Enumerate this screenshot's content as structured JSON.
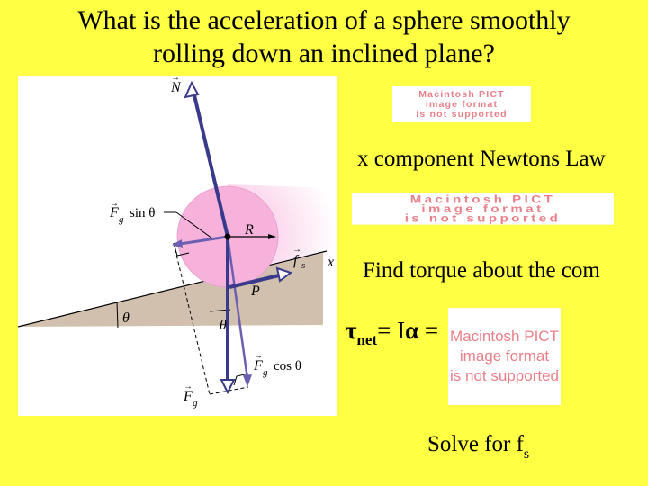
{
  "slide": {
    "title": "What is the acceleration of a sphere smoothly rolling down an inclined plane?",
    "title_line1": "What is the acceleration of a sphere smoothly",
    "title_line2": "rolling down an inclined plane?",
    "background_color": "#ffff44"
  },
  "diagram": {
    "labels": {
      "normal": "N",
      "fg_sin": "F",
      "fg_sin_sub": "g",
      "fg_sin_text": "sin θ",
      "radius": "R",
      "friction": "f",
      "friction_sub": "s",
      "x_axis": "x",
      "contact_point": "P",
      "theta_incline": "θ",
      "theta_vertical": "θ",
      "fg_cos": "F",
      "fg_cos_sub": "g",
      "fg_cos_text": "cos  θ",
      "gravity": "F",
      "gravity_sub": "g"
    },
    "colors": {
      "vector": "#3a3a8c",
      "vector_light": "#6a5fb0",
      "sphere": "#f7b2dc",
      "incline": "#d1c0ad"
    }
  },
  "placeholders": [
    {
      "line1": "Macintosh PICT",
      "line2": "image format",
      "line3": "is not supported"
    },
    {
      "line1": "Macintosh PICT",
      "line2": "image format",
      "line3": "is not supported"
    },
    {
      "line1": "Macintosh PICT",
      "line2": "image format",
      "line3": "is not supported"
    }
  ],
  "steps": {
    "newton": "x component Newtons Law",
    "torque": "Find torque about the com",
    "equation": {
      "tau": "τ",
      "tau_sub": "net",
      "rest": "= I",
      "alpha": "α",
      "equals": " ="
    },
    "solve": {
      "text": "Solve for f",
      "sub": "s"
    }
  }
}
